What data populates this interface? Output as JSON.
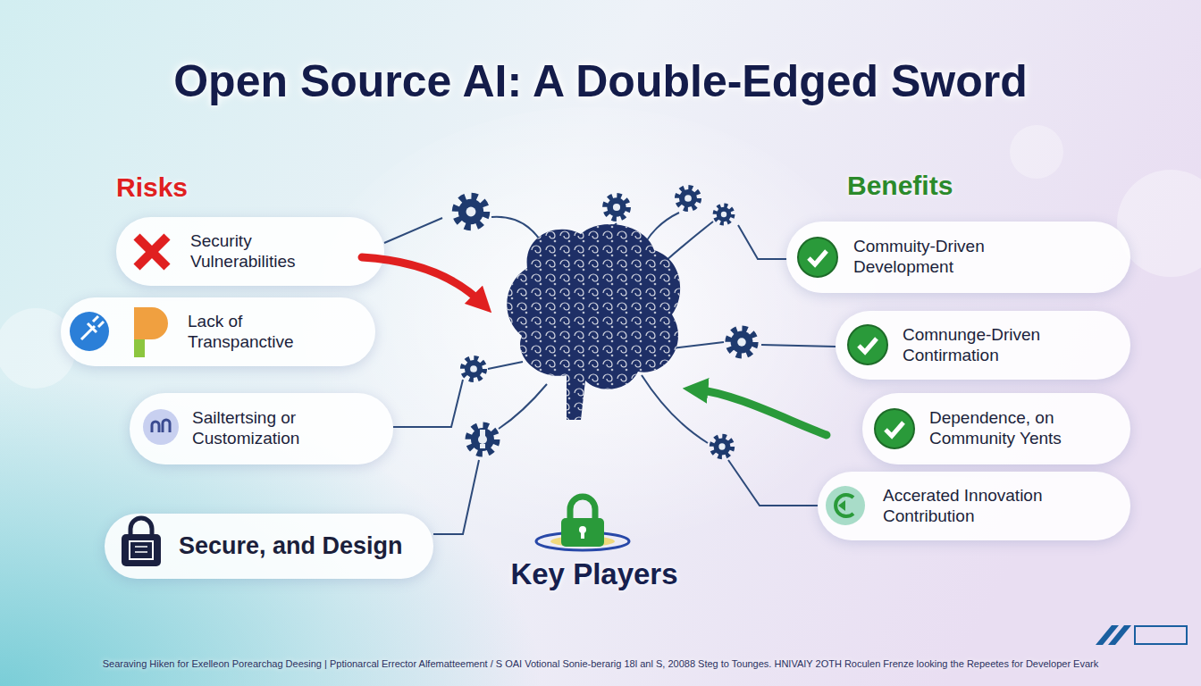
{
  "diagram": {
    "title": "Open Source AI: A Double-Edged Sword",
    "nodes": [
      {
        "text": [
          "Security Vulnerabilities"
        ]
      },
      {
        "text": [
          "Lack of Transpanctive"
        ]
      },
      {
        "text": [
          "Sailtertsing or Customization"
        ]
      },
      {
        "text": [
          "Secure, and Design"
        ]
      },
      {
        "text": [
          "Commuity-Driven Development"
        ]
      },
      {
        "text": [
          "Comnunge-Driven Contirmation"
        ]
      },
      {
        "text": [
          "Dependence, on Community Yents"
        ]
      },
      {
        "text": [
          "Accerated Innovation Contribution"
        ]
      }
    ],
    "labels": [
      "Risks",
      "Benefits",
      "Key Players",
      "Searaving Hiken for Exelleon Porearchag Deesing | Pptionarcal Errector Alfematteement / S OAI Votional Sonie-berarig 18l anl S, 20088 Steg to Tounges. HNIVAIY 2OTH Roculen Frenze looking the Repeetes for Developer Evark"
    ]
  }
}
